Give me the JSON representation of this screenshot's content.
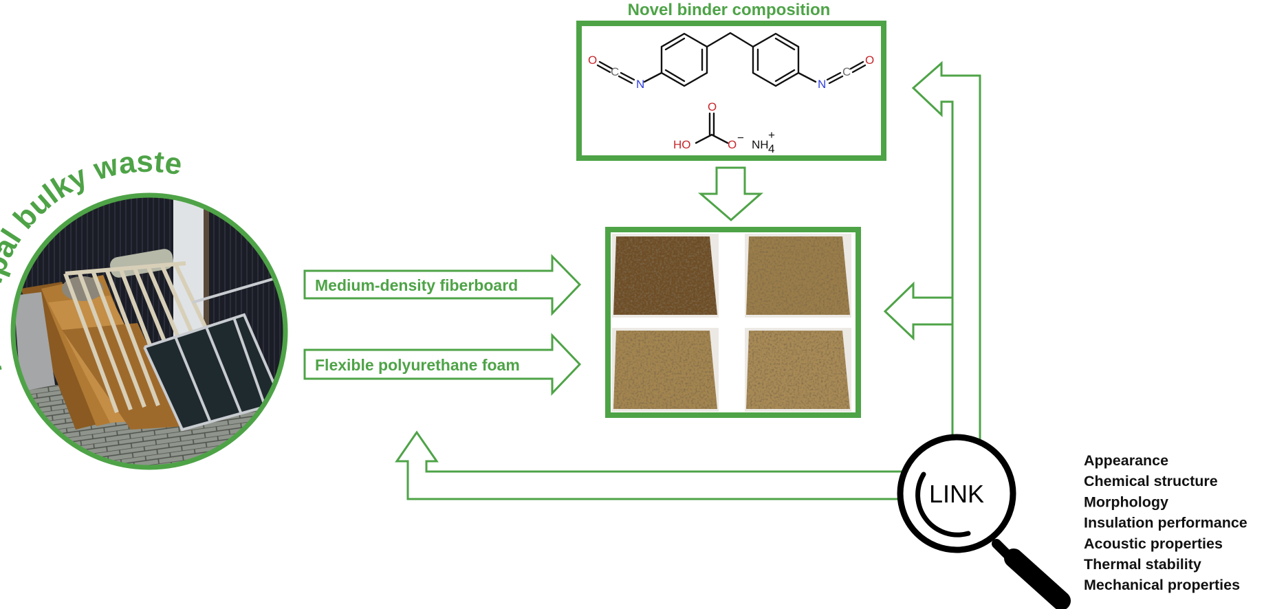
{
  "colors": {
    "accent_green": "#4ea347",
    "text_black": "#111111",
    "oxygen_red": "#c8262b",
    "nitrogen_blue": "#2f3fe0",
    "carbon_gray": "#6b6b6b"
  },
  "waste": {
    "title": "Municipal bulky waste",
    "photo_icon": "bulky-waste-photo"
  },
  "inputs": [
    {
      "label": "Medium-density fiberboard"
    },
    {
      "label": "Flexible polyurethane foam"
    }
  ],
  "binder": {
    "title": "Novel binder composition",
    "molecule_1": {
      "name_icon": "mdi-structure",
      "atoms": {
        "o_left": "O",
        "c_left": "C",
        "n_left": "N",
        "n_right": "N",
        "c_right": "C",
        "o_right": "O"
      }
    },
    "molecule_2": {
      "name_icon": "ammonium-bicarbonate-structure",
      "atoms": {
        "o_top": "O",
        "ho": "HO",
        "o_minus": "O",
        "minus": "−",
        "nh": "NH",
        "sub4": "4",
        "plus": "+"
      }
    }
  },
  "samples": {
    "panels": [
      {
        "tone": "#6e4e26"
      },
      {
        "tone": "#9a7d48"
      },
      {
        "tone": "#a3854f"
      },
      {
        "tone": "#a88a55"
      }
    ]
  },
  "link": {
    "label": "LINK",
    "icon": "magnifier-icon"
  },
  "properties": [
    "Appearance",
    "Chemical structure",
    "Morphology",
    "Insulation performance",
    "Acoustic properties",
    "Thermal stability",
    "Mechanical properties"
  ]
}
